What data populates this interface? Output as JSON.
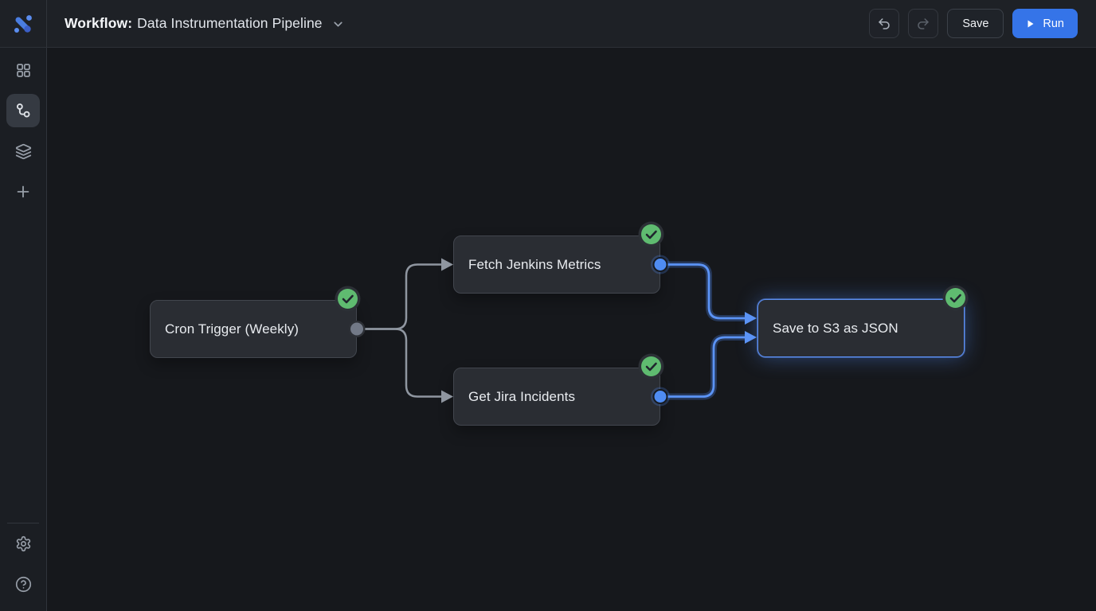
{
  "header": {
    "logo_icon": "brand-logo",
    "title_label": "Workflow:",
    "title_value": "Data Instrumentation Pipeline",
    "title_caret_icon": "chevron-down",
    "toolbar": {
      "undo_icon": "undo-arrow",
      "redo_icon": "redo-arrow",
      "redo_disabled": true,
      "save_label": "Save",
      "run_label": "Run",
      "run_icon": "play",
      "run_color": "#3574e8"
    }
  },
  "sidebar": {
    "items": [
      {
        "icon": "layout-grid",
        "active": false
      },
      {
        "icon": "workflow",
        "active": true
      },
      {
        "icon": "layers",
        "active": false
      },
      {
        "icon": "plus",
        "active": false
      }
    ],
    "footer_items": [
      {
        "icon": "settings-gear"
      },
      {
        "icon": "help-circle"
      }
    ]
  },
  "canvas": {
    "nodes": [
      {
        "id": "cron",
        "label": "Cron Trigger (Weekly)",
        "status": "success",
        "selected": false
      },
      {
        "id": "jenkins",
        "label": "Fetch Jenkins Metrics",
        "status": "success",
        "selected": false
      },
      {
        "id": "jira",
        "label": "Get Jira Incidents",
        "status": "success",
        "selected": false
      },
      {
        "id": "s3",
        "label": "Save to S3 as JSON",
        "status": "success",
        "selected": true
      }
    ],
    "edges": [
      {
        "from": "cron",
        "to": "jenkins",
        "color": "gray"
      },
      {
        "from": "cron",
        "to": "jira",
        "color": "gray"
      },
      {
        "from": "jenkins",
        "to": "s3",
        "color": "blue"
      },
      {
        "from": "jira",
        "to": "s3",
        "color": "blue"
      }
    ]
  },
  "colors": {
    "accent_blue": "#3574e8",
    "edge_blue": "#5b93f5",
    "edge_gray": "#8f96a0",
    "success_green": "#5fbb70",
    "node_bg": "#2a2d33",
    "canvas_bg": "#16181c",
    "bar_bg": "#1e2126"
  }
}
